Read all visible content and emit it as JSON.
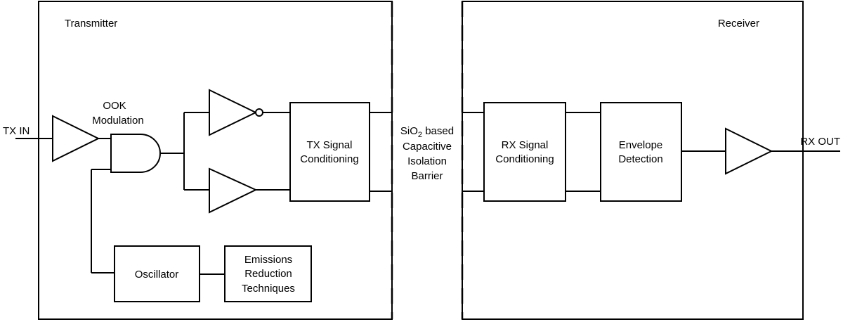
{
  "sections": {
    "transmitter": "Transmitter",
    "receiver": "Receiver"
  },
  "io": {
    "input": "TX IN",
    "output": "RX OUT"
  },
  "gates": {
    "modulation_line1": "OOK",
    "modulation_line2": "Modulation"
  },
  "blocks": {
    "tx_conditioning": [
      "TX Signal",
      "Conditioning"
    ],
    "rx_conditioning": [
      "RX Signal",
      "Conditioning"
    ],
    "envelope": [
      "Envelope",
      "Detection"
    ],
    "oscillator": "Oscillator",
    "emissions": [
      "Emissions",
      "Reduction",
      "Techniques"
    ]
  },
  "barrier": {
    "line1_prefix": "SiO",
    "line1_sub": "2",
    "line1_suffix": " based",
    "line2": "Capacitive",
    "line3": "Isolation",
    "line4": "Barrier"
  }
}
